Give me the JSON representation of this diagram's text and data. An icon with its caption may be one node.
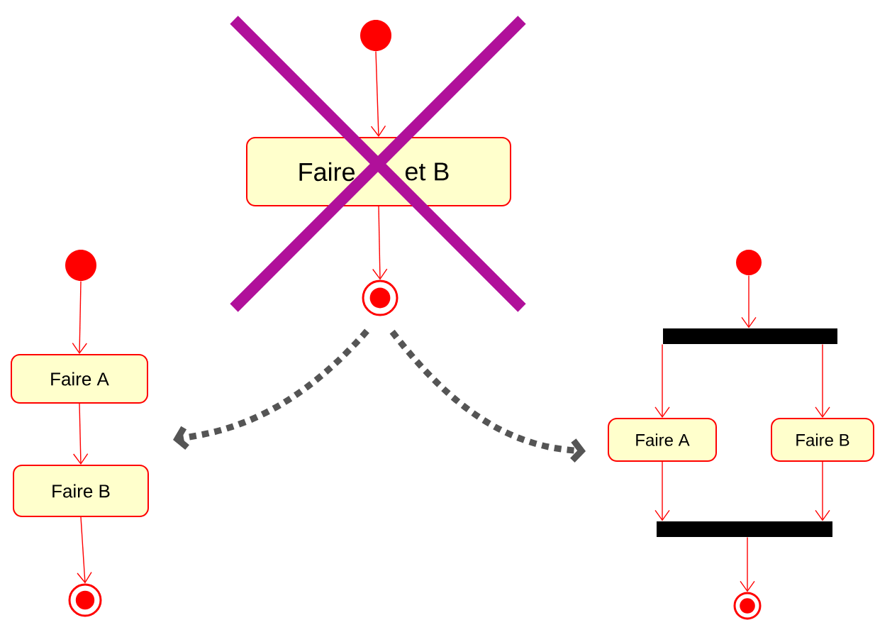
{
  "diagram": {
    "nodes": [
      {
        "text": [],
        "shape": "circle"
      },
      {
        "text": [
          "Faire",
          "et B"
        ]
      },
      {
        "text": [],
        "shape": "circle"
      },
      {
        "text": [],
        "shape": "circle"
      },
      {
        "text": [
          "Faire A"
        ]
      },
      {
        "text": [
          "Faire B"
        ]
      },
      {
        "text": [],
        "shape": "circle"
      },
      {
        "text": [],
        "shape": "circle"
      },
      {
        "text": [],
        "shape": "bar"
      },
      {
        "text": [
          "Faire A"
        ]
      },
      {
        "text": [
          "Faire B"
        ]
      },
      {
        "text": [],
        "shape": "bar"
      },
      {
        "text": [],
        "shape": "circle"
      }
    ],
    "edges": [
      {
        "from": 0,
        "to": 1,
        "arrow": "to"
      },
      {
        "from": 1,
        "to": 2,
        "arrow": "to"
      },
      {
        "from": 3,
        "to": 4,
        "arrow": "to"
      },
      {
        "from": 4,
        "to": 5,
        "arrow": "to"
      },
      {
        "from": 5,
        "to": 6,
        "arrow": "to"
      },
      {
        "from": 7,
        "to": 8,
        "arrow": "to"
      },
      {
        "from": 8,
        "to": 9,
        "arrow": "to"
      },
      {
        "from": 8,
        "to": 10,
        "arrow": "to"
      },
      {
        "from": 9,
        "to": 11,
        "arrow": "to"
      },
      {
        "from": 10,
        "to": 11,
        "arrow": "to"
      },
      {
        "from": 11,
        "to": 12,
        "arrow": "to"
      },
      {
        "from": 2,
        "to": null,
        "arrow": "to",
        "style": "dashed",
        "color": "#555555"
      },
      {
        "from": 2,
        "to": null,
        "arrow": "to",
        "style": "dashed",
        "color": "#555555"
      }
    ]
  }
}
